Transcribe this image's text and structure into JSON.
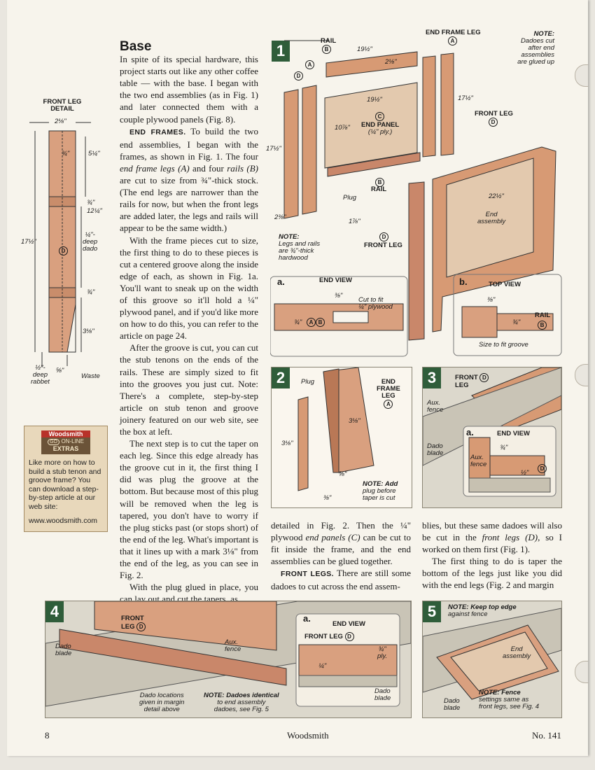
{
  "article": {
    "heading": "Base",
    "col1": {
      "p1": "In spite of its special hardware, this project starts out like any other coffee table — with the base. I began with the two end assemblies (as in Fig. 1) and later connected them with a couple plywood panels (Fig. 8).",
      "p2_runin": "END FRAMES.",
      "p2_a": " To build the two end assemblies, I began with the frames, as shown in Fig. 1. The four ",
      "p2_em1": "end frame legs (A)",
      "p2_b": " and four ",
      "p2_em2": "rails (B)",
      "p2_c": " are cut to size from ¾\"-thick stock. (The end legs are narrower than the rails for now, but when the front legs are added later, the legs and rails will appear to be the same width.)",
      "p3": "With the frame pieces cut to size, the first thing to do to these pieces is cut a centered groove along the inside edge of each, as shown in Fig. 1a. You'll want to sneak up on the width of this groove so it'll hold a ¼\" plywood panel, and if you'd like more on how to do this, you can refer to the article on page 24.",
      "p4": "After the groove is cut, you can cut the stub tenons on the ends of the rails. These are simply sized to fit into the grooves you just cut. Note: There's a complete, step-by-step article on stub tenon and groove joinery featured on our web site, see the box at left.",
      "p5": "The next step is to cut the taper on each leg. Since this edge already has the groove cut in it, the first thing I did was plug the groove at the bottom. But because most of this plug will be removed when the leg is tapered, you don't have to worry if the plug sticks past (or stops short) of the end of the leg. What's important is that it lines up with a mark 3⅛\" from the end of the leg, as you can see in Fig. 2.",
      "p6": "With the plug glued in place, you can lay out and cut the tapers, as"
    },
    "col2": {
      "p1_a": "detailed in Fig. 2. Then the ¼\" plywood ",
      "p1_em": "end panels (C)",
      "p1_b": " can be cut to fit inside the frame, and the end assemblies can be glued together.",
      "p2_runin": "FRONT LEGS.",
      "p2_a": " There are still some dadoes to cut across the end assem-"
    },
    "col3": {
      "p1_a": "blies, but these same dadoes will also be cut in the ",
      "p1_em": "front legs (D)",
      "p1_b": ", so I worked on them first (Fig. 1).",
      "p2": "The first thing to do is taper the bottom of the legs just like you did with the end legs (Fig. 2 and margin"
    }
  },
  "sidebar": {
    "brand": "Woodsmith",
    "go": "GO",
    "extras1": "ON-LINE",
    "extras2": "EXTRAS",
    "text": "Like more on how to build a stub tenon and groove frame? You can download a step-by-step article at our web site:",
    "url": "www.woodsmith.com"
  },
  "front_leg_detail": {
    "title1": "FRONT LEG",
    "title2": "DETAIL",
    "w_top": "2⅛\"",
    "d34a": "¾\"",
    "d514": "5¼\"",
    "d34b": "¾\"",
    "d1214": "12¼\"",
    "dado1": "¼\"-",
    "dado2": "deep",
    "dado3": "dado",
    "total": "17½\"",
    "leg_id": "D",
    "d34c": "¾\"",
    "d318": "3⅛\"",
    "rab1": "½\"-",
    "rab2": "deep",
    "rab3": "rabbet",
    "d58": "⅝\"",
    "waste": "Waste"
  },
  "fig1": {
    "num": "1",
    "rail": "RAIL",
    "b": "B",
    "d1912a": "19½\"",
    "d218": "2⅛\"",
    "a": "A",
    "d": "D",
    "d1912b": "19½\"",
    "c": "C",
    "d1078": "10⅞\"",
    "panel1": "END PANEL",
    "panel2": "(¼\" ply.)",
    "d1712": "17½\"",
    "plug": "Plug",
    "rail2": "RAIL",
    "d238": "2⅜\"",
    "d178": "1⅞\"",
    "note_h": "NOTE:",
    "note_t1": "Legs and rails",
    "note_t2": "are ¾\"-thick",
    "note_t3": "hardwood",
    "front_leg": "FRONT LEG",
    "end_frame_leg": "END FRAME LEG",
    "note2_h": "NOTE:",
    "note2_t1": "Dadoes cut",
    "note2_t2": "after end",
    "note2_t3": "assemblies",
    "note2_t4": "are glued up",
    "d1712b": "17½\"",
    "front_leg2": "FRONT LEG",
    "d2212": "22½\"",
    "end1": "End",
    "end2": "assembly",
    "a_letter": "a.",
    "a_title": "END VIEW",
    "a_d38": "⅜\"",
    "a_cut1": "Cut to fit",
    "a_cut2": "¼\" plywood",
    "a_d34": "¾\"",
    "b_letter": "b.",
    "b_title": "TOP VIEW",
    "b_d38": "⅜\"",
    "b_d34": "¾\"",
    "b_rail": "RAIL",
    "b_size": "Size to fit groove"
  },
  "fig2": {
    "num": "2",
    "plug": "Plug",
    "efl1": "END",
    "efl2": "FRAME",
    "efl3": "LEG",
    "a": "A",
    "d318a": "3⅛\"",
    "d318b": "3⅛\"",
    "d58": "⅝\"",
    "d38": "⅜\"",
    "note1": "NOTE: Add",
    "note2": "plug before",
    "note3": "taper is cut"
  },
  "fig3": {
    "num": "3",
    "front": "FRONT",
    "leg": "LEG",
    "d": "D",
    "aux1": "Aux.",
    "aux2": "fence",
    "dado1": "Dado",
    "dado2": "blade",
    "a_letter": "a.",
    "a_title": "END VIEW",
    "a_d34": "¾\"",
    "a_aux1": "Aux.",
    "a_aux2": "fence",
    "a_d12": "½\""
  },
  "fig4": {
    "num": "4",
    "front": "FRONT",
    "leg": "LEG",
    "d": "D",
    "dado1": "Dado",
    "dado2": "blade",
    "aux1": "Aux.",
    "aux2": "fence",
    "loc1": "Dado locations",
    "loc2": "given in margin",
    "loc3": "detail above",
    "note1": "NOTE: Dadoes identical",
    "note2": "to end assembly",
    "note3": "dadoes, see Fig. 5",
    "a_letter": "a.",
    "a_title": "END VIEW",
    "a_fl": "FRONT LEG",
    "a_d": "D",
    "a_d34": "¾\"",
    "a_ply": "ply.",
    "a_d14": "¼\"",
    "a_dado1": "Dado",
    "a_dado2": "blade"
  },
  "fig5": {
    "num": "5",
    "note_top1": "NOTE: Keep top edge",
    "note_top2": "against fence",
    "end1": "End",
    "end2": "assembly",
    "dado1": "Dado",
    "dado2": "blade",
    "note1": "NOTE: Fence",
    "note2": "settings same as",
    "note3": "front legs, see Fig. 4"
  },
  "footer": {
    "page": "8",
    "magazine": "Woodsmith",
    "issue": "No. 141"
  }
}
